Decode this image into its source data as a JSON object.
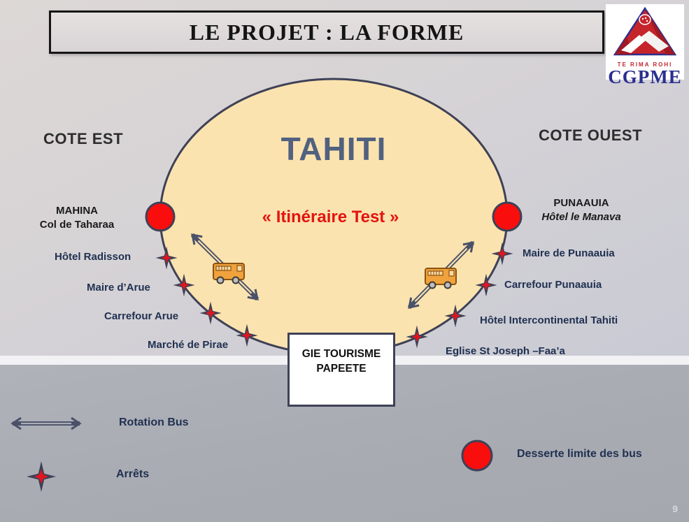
{
  "slide": {
    "title": "LE PROJET : LA FORME",
    "page_number": "9"
  },
  "logo": {
    "motto": "TE RIMA ROHI",
    "name": "CGPME"
  },
  "map": {
    "island_label": "TAHITI",
    "itinerary_label": "« Itinéraire Test »",
    "coast_east_label": "COTE EST",
    "coast_west_label": "COTE OUEST",
    "east_terminus": {
      "name": "MAHINA",
      "detail": "Col de Taharaa"
    },
    "west_terminus": {
      "name": "PUNAAUIA",
      "detail": "Hôtel le Manava"
    },
    "east_stops": [
      "Hôtel Radisson",
      "Maire d’Arue",
      "Carrefour  Arue",
      "Marché de Pirae"
    ],
    "west_stops": [
      "Maire de Punaauia",
      "Carrefour Punaauia",
      "Hôtel Intercontinental Tahiti",
      "Eglise St Joseph –Faa’a"
    ],
    "hub_box": {
      "line1": "GIE TOURISME",
      "line2": "PAPEETE"
    }
  },
  "legend": {
    "items": [
      {
        "icon": "double-arrow",
        "label": "Rotation Bus"
      },
      {
        "icon": "four-point-star",
        "label": "Arrêts"
      },
      {
        "icon": "red-circle",
        "label": "Desserte limite des bus"
      }
    ]
  },
  "colors": {
    "island_fill": "#FBE3AF",
    "outline_navy": "#3E4156",
    "stop_red": "#E8140C",
    "label_navy": "#1F3050",
    "island_label_blue": "#51617F",
    "logo_blue": "#2A2F8F",
    "logo_red": "#C5242B"
  }
}
